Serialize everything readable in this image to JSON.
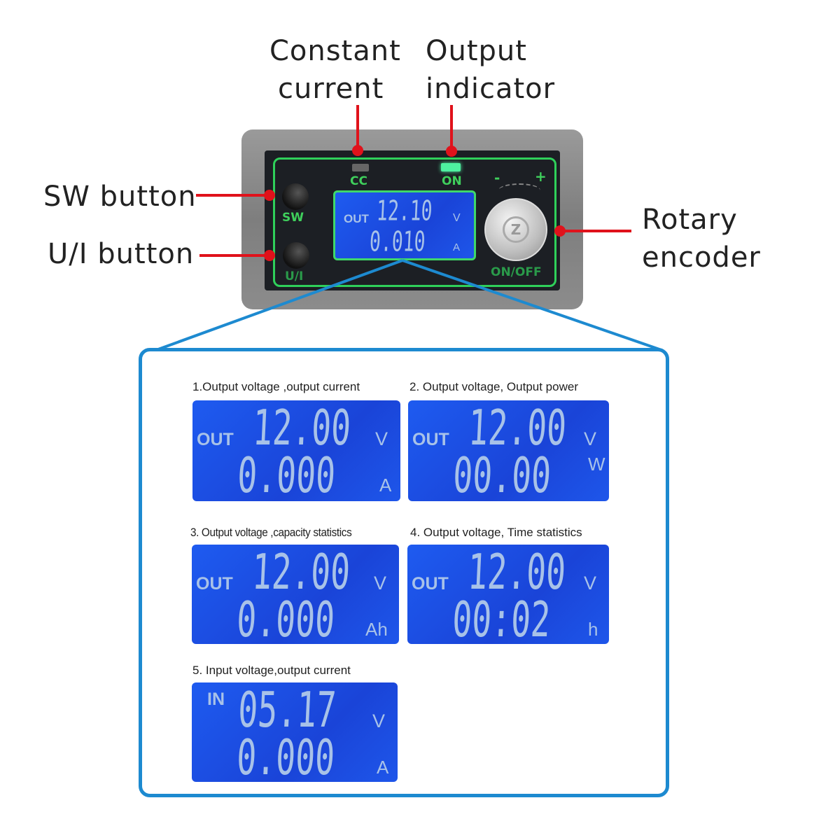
{
  "callouts": {
    "constant_current": [
      "Constant",
      "current"
    ],
    "output_indicator": [
      "Output",
      "indicator"
    ],
    "sw_button": "SW button",
    "ui_button": "U/I button",
    "rotary_encoder": [
      "Rotary",
      "encoder"
    ]
  },
  "device": {
    "cc_label": "CC",
    "on_label": "ON",
    "sw_label": "SW",
    "ui_label": "U/I",
    "onoff_label": "ON/OFF",
    "minus": "-",
    "plus": "+",
    "lcd": {
      "mode": "OUT",
      "line1": "12.10",
      "unit1": "V",
      "line2": "0.010",
      "unit2": "A"
    }
  },
  "modes": [
    {
      "caption": "1.Output voltage ,output current",
      "mode": "OUT",
      "line1": "12.00",
      "unit1": "V",
      "line2": "0.000",
      "unit2": "A"
    },
    {
      "caption": "2. Output voltage, Output power",
      "mode": "OUT",
      "line1": "12.00",
      "unit1": "V",
      "line2": "00.00",
      "unit2": "W"
    },
    {
      "caption": "3. Output voltage ,capacity statistics",
      "mode": "OUT",
      "line1": "12.00",
      "unit1": "V",
      "line2": "0.000",
      "unit2": "Ah"
    },
    {
      "caption": "4. Output voltage, Time statistics",
      "mode": "OUT",
      "line1": "12.00",
      "unit1": "V",
      "line2": "00:02",
      "unit2": "h"
    },
    {
      "caption": "5. Input voltage,output current",
      "mode": "IN",
      "line1": "05.17",
      "unit1": "V",
      "line2": "0.000",
      "unit2": "A"
    }
  ],
  "colors": {
    "callout_red": "#e0121b",
    "frame_blue": "#1d8ad0",
    "lcd_blue": "#1a44d8",
    "indicator_green": "#2fd05a"
  }
}
